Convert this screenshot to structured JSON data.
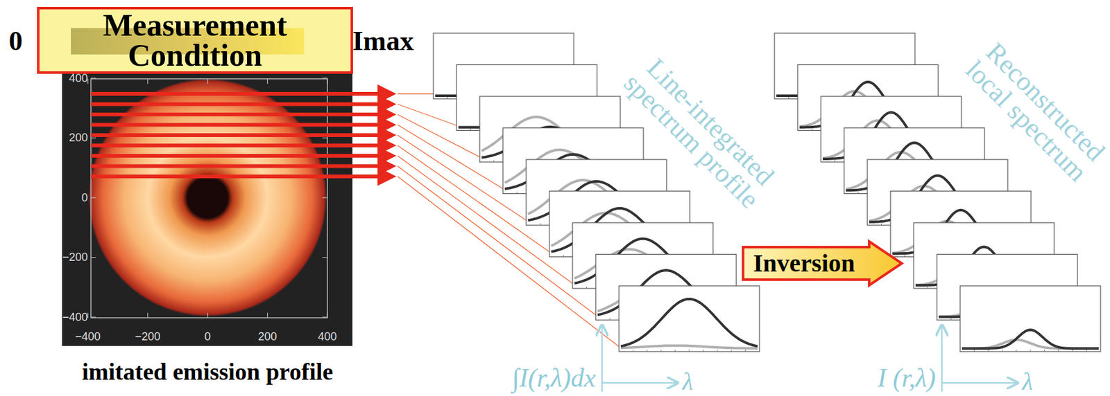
{
  "diagram": {
    "caption": "imitated emission profile",
    "nodes": [
      {
        "text": [
          "Measurement Condition"
        ]
      },
      {
        "text": [
          "Inversion"
        ]
      }
    ],
    "labels": [
      "0",
      "Imax",
      "400",
      "200",
      "0",
      "−200",
      "−400",
      "−400",
      "−200",
      "0",
      "200",
      "400",
      "Line-integrated spectrum profile",
      "Reconstructed local spectrum",
      "∫I(r,λ)dx",
      "λ",
      "I (r,λ)",
      "λ"
    ]
  }
}
